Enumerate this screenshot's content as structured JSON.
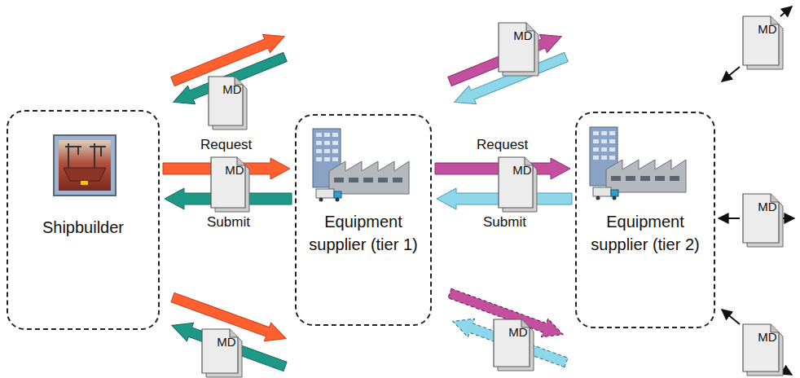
{
  "diagram": {
    "nodes": [
      {
        "text": [
          "Shipbuilder"
        ]
      },
      {
        "text": [
          "MD"
        ]
      },
      {
        "text": [
          "MD"
        ]
      },
      {
        "text": [
          "MD"
        ]
      },
      {
        "text": [
          "Equipment supplier (tier 1)"
        ]
      },
      {
        "text": [
          "MD"
        ]
      },
      {
        "text": [
          "MD"
        ]
      },
      {
        "text": [
          "MD"
        ]
      },
      {
        "text": [
          "Equipment supplier (tier 2)"
        ]
      },
      {
        "text": [
          "MD"
        ]
      },
      {
        "text": [
          "MD"
        ]
      },
      {
        "text": [
          "MD"
        ]
      }
    ],
    "edges": [
      {
        "from": 0,
        "to": 4,
        "arrow": "to",
        "label": "Request"
      },
      {
        "from": 4,
        "to": 0,
        "arrow": "to",
        "label": "Submit"
      },
      {
        "from": 4,
        "to": 8,
        "arrow": "to",
        "label": "Request"
      },
      {
        "from": 8,
        "to": 4,
        "arrow": "to",
        "label": "Submit"
      }
    ]
  }
}
